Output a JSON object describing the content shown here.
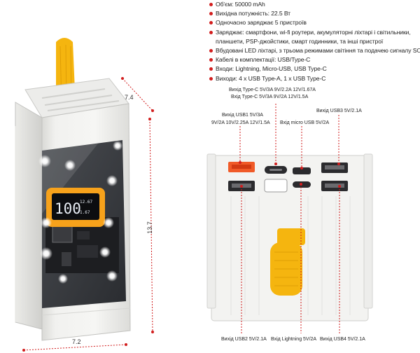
{
  "specs": [
    "Об'єм: 50000 mAh",
    "Вихідна потужність: 22.5 Вт",
    "Одночасно заряджає 5 пристроїв",
    "Заряджає: смартфони, wi-fi роутери, акумуляторні ліхтарі і світильники, планшети, PSP-джойстики, смарт годинники, та інші пристрої",
    "Вбудовані LED ліхтарі, з трьома режимами світіння та подачею сигналу SOS",
    "Кабелі в комплектації: USB/Type-C",
    "Входи: Lightning, Micro-USB, USB Type-C",
    "Виходи: 4 x USB Type-A, 1 x USB Type-C"
  ],
  "dims": {
    "depth": "7.4",
    "height": "13.7",
    "width": "7.2"
  },
  "display": {
    "value": "100",
    "unit": "%",
    "r1": "12.67",
    "r2": "1.67"
  },
  "labels": {
    "typec_out": "Вихід Type-C 5V/3A 9V/2.2A  12V/1.67A",
    "typec_in": "Вхід Type-C 5V/3A 9V/2A  12V/1.5A",
    "usb1_a": "Вихід USB1 5V/3A",
    "usb1_b": "9V/2A  10V/2.25A  12V/1.5A",
    "micro": "Вхід micro USB 5V/2A",
    "usb3": "Вихід USB3 5V/2.1A",
    "usb2": "Вихід USB2 5V/2.1A",
    "lightning": "Вхід Lightning 5V/2A",
    "usb4": "Вихід USB4 5V/2.1A"
  },
  "colors": {
    "accent": "#d21d1d",
    "strap": "#f5b50f",
    "usb_orange": "#f05a28"
  }
}
